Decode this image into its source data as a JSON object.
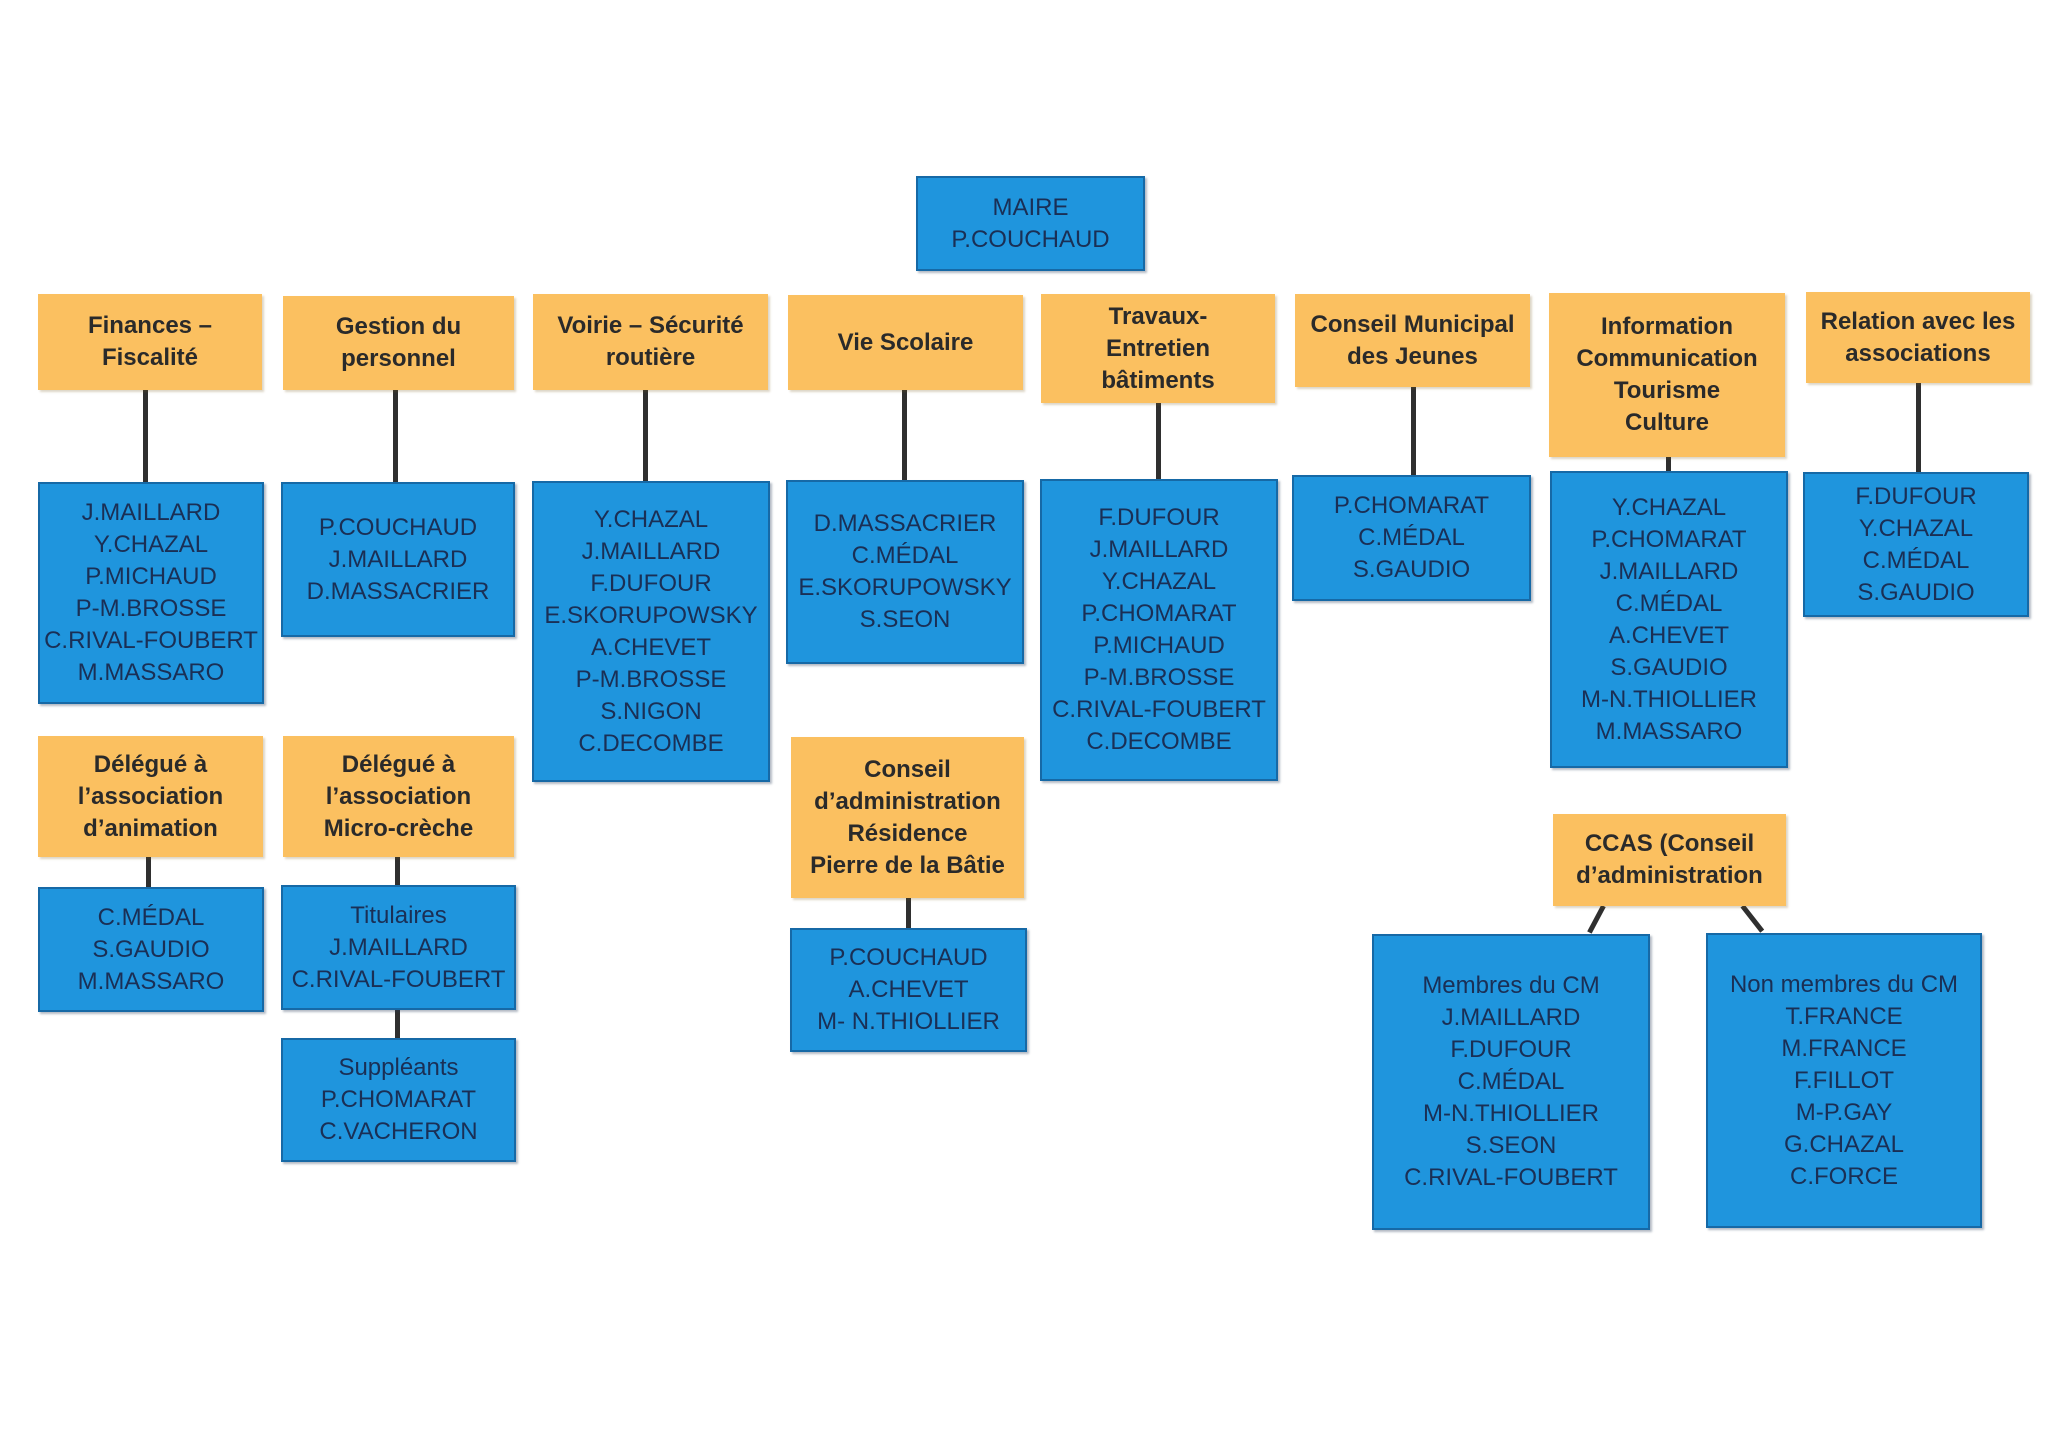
{
  "root": {
    "lines": [
      "MAIRE",
      "P.COUCHAUD"
    ]
  },
  "commissions": {
    "finances": {
      "title": [
        "Finances –",
        "Fiscalité"
      ],
      "members": [
        "J.MAILLARD",
        "Y.CHAZAL",
        "P.MICHAUD",
        "P-M.BROSSE",
        "C.RIVAL-FOUBERT",
        "M.MASSARO"
      ]
    },
    "personnel": {
      "title": [
        "Gestion du",
        "personnel"
      ],
      "members": [
        "P.COUCHAUD",
        "J.MAILLARD",
        "D.MASSACRIER"
      ]
    },
    "voirie": {
      "title": [
        "Voirie – Sécurité",
        "routière"
      ],
      "members": [
        "Y.CHAZAL",
        "J.MAILLARD",
        "F.DUFOUR",
        "E.SKORUPOWSKY",
        "A.CHEVET",
        "P-M.BROSSE",
        "S.NIGON",
        "C.DECOMBE"
      ]
    },
    "scolaire": {
      "title": [
        "Vie Scolaire"
      ],
      "members": [
        "D.MASSACRIER",
        "C.MÉDAL",
        "E.SKORUPOWSKY",
        "S.SEON"
      ]
    },
    "travaux": {
      "title": [
        "Travaux-",
        "Entretien",
        "bâtiments"
      ],
      "members": [
        "F.DUFOUR",
        "J.MAILLARD",
        "Y.CHAZAL",
        "P.CHOMARAT",
        "P.MICHAUD",
        "P-M.BROSSE",
        "C.RIVAL-FOUBERT",
        "C.DECOMBE"
      ]
    },
    "jeunes": {
      "title": [
        "Conseil Municipal",
        "des Jeunes"
      ],
      "members": [
        "P.CHOMARAT",
        "C.MÉDAL",
        "S.GAUDIO"
      ]
    },
    "information": {
      "title": [
        "Information",
        "Communication",
        "Tourisme",
        "Culture"
      ],
      "members": [
        "Y.CHAZAL",
        "P.CHOMARAT",
        "J.MAILLARD",
        "C.MÉDAL",
        "A.CHEVET",
        "S.GAUDIO",
        "M-N.THIOLLIER",
        "M.MASSARO"
      ]
    },
    "associations": {
      "title": [
        "Relation avec les",
        "associations"
      ],
      "members": [
        "F.DUFOUR",
        "Y.CHAZAL",
        "C.MÉDAL",
        "S.GAUDIO"
      ]
    },
    "animation": {
      "title": [
        "Délégué à",
        "l’association",
        "d’animation"
      ],
      "members": [
        "C.MÉDAL",
        "S.GAUDIO",
        "M.MASSARO"
      ]
    },
    "creche": {
      "title": [
        "Délégué à",
        "l’association",
        "Micro-crèche"
      ],
      "titulaires": [
        "Titulaires",
        "J.MAILLARD",
        "C.RIVAL-FOUBERT"
      ],
      "suppleants": [
        "Suppléants",
        "P.CHOMARAT",
        "C.VACHERON"
      ]
    },
    "residence": {
      "title": [
        "Conseil",
        "d’administration",
        "Résidence",
        "Pierre de la Bâtie"
      ],
      "members": [
        "P.COUCHAUD",
        "A.CHEVET",
        "M- N.THIOLLIER"
      ]
    },
    "ccas": {
      "title": [
        "CCAS (Conseil",
        "d’administration"
      ],
      "membres_cm": [
        "Membres du CM",
        "J.MAILLARD",
        "F.DUFOUR",
        "C.MÉDAL",
        "M-N.THIOLLIER",
        "S.SEON",
        "C.RIVAL-FOUBERT"
      ],
      "non_membres_cm": [
        "Non membres du CM",
        "T.FRANCE",
        "M.FRANCE",
        "F.FILLOT",
        "M-P.GAY",
        "G.CHAZAL",
        "C.FORCE"
      ]
    }
  }
}
